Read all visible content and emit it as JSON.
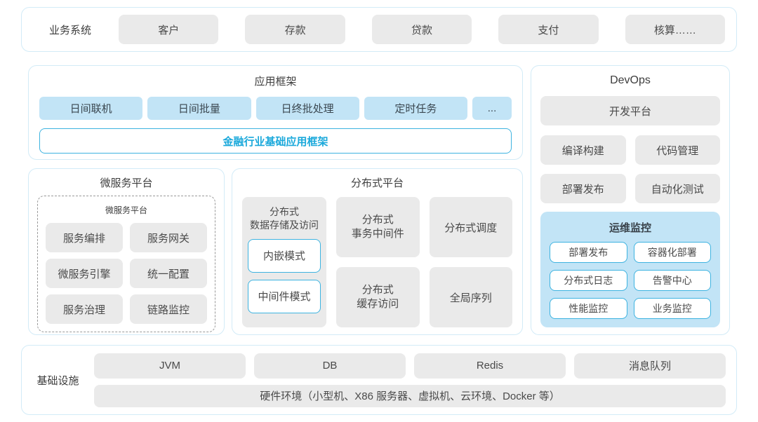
{
  "colors": {
    "accent_blue": "#1ba9db",
    "light_blue_fill": "#c2e4f6",
    "cyan_border": "#3db3e0",
    "panel_border": "#d2ebf7",
    "gray_fill": "#eaeaea",
    "text_dark": "#4a4a4a"
  },
  "business_systems": {
    "label": "业务系统",
    "items": [
      "客户",
      "存款",
      "贷款",
      "支付",
      "核算……"
    ]
  },
  "app_framework": {
    "title": "应用框架",
    "modules": [
      "日间联机",
      "日间批量",
      "日终批处理",
      "定时任务",
      "..."
    ],
    "base_framework": "金融行业基础应用框架"
  },
  "microservice_platform": {
    "title": "微服务平台",
    "inner_title": "微服务平台",
    "items": [
      "服务编排",
      "服务网关",
      "微服务引擎",
      "统一配置",
      "服务治理",
      "链路监控"
    ]
  },
  "distributed_platform": {
    "title": "分布式平台",
    "storage": {
      "label": "分布式\n数据存储及访问",
      "modes": [
        "内嵌模式",
        "中间件模式"
      ]
    },
    "cells": [
      "分布式\n事务中间件",
      "分布式调度",
      "分布式\n缓存访问",
      "全局序列"
    ]
  },
  "devops": {
    "title": "DevOps",
    "dev_platform": "开发平台",
    "tools": [
      "编译构建",
      "代码管理",
      "部署发布",
      "自动化测试"
    ],
    "ops_monitoring": {
      "title": "运维监控",
      "items": [
        "部署发布",
        "容器化部署",
        "分布式日志",
        "告警中心",
        "性能监控",
        "业务监控"
      ]
    }
  },
  "infrastructure": {
    "label": "基础设施",
    "items": [
      "JVM",
      "DB",
      "Redis",
      "消息队列"
    ],
    "hardware": "硬件环境（小型机、X86 服务器、虚拟机、云环境、Docker 等）"
  }
}
